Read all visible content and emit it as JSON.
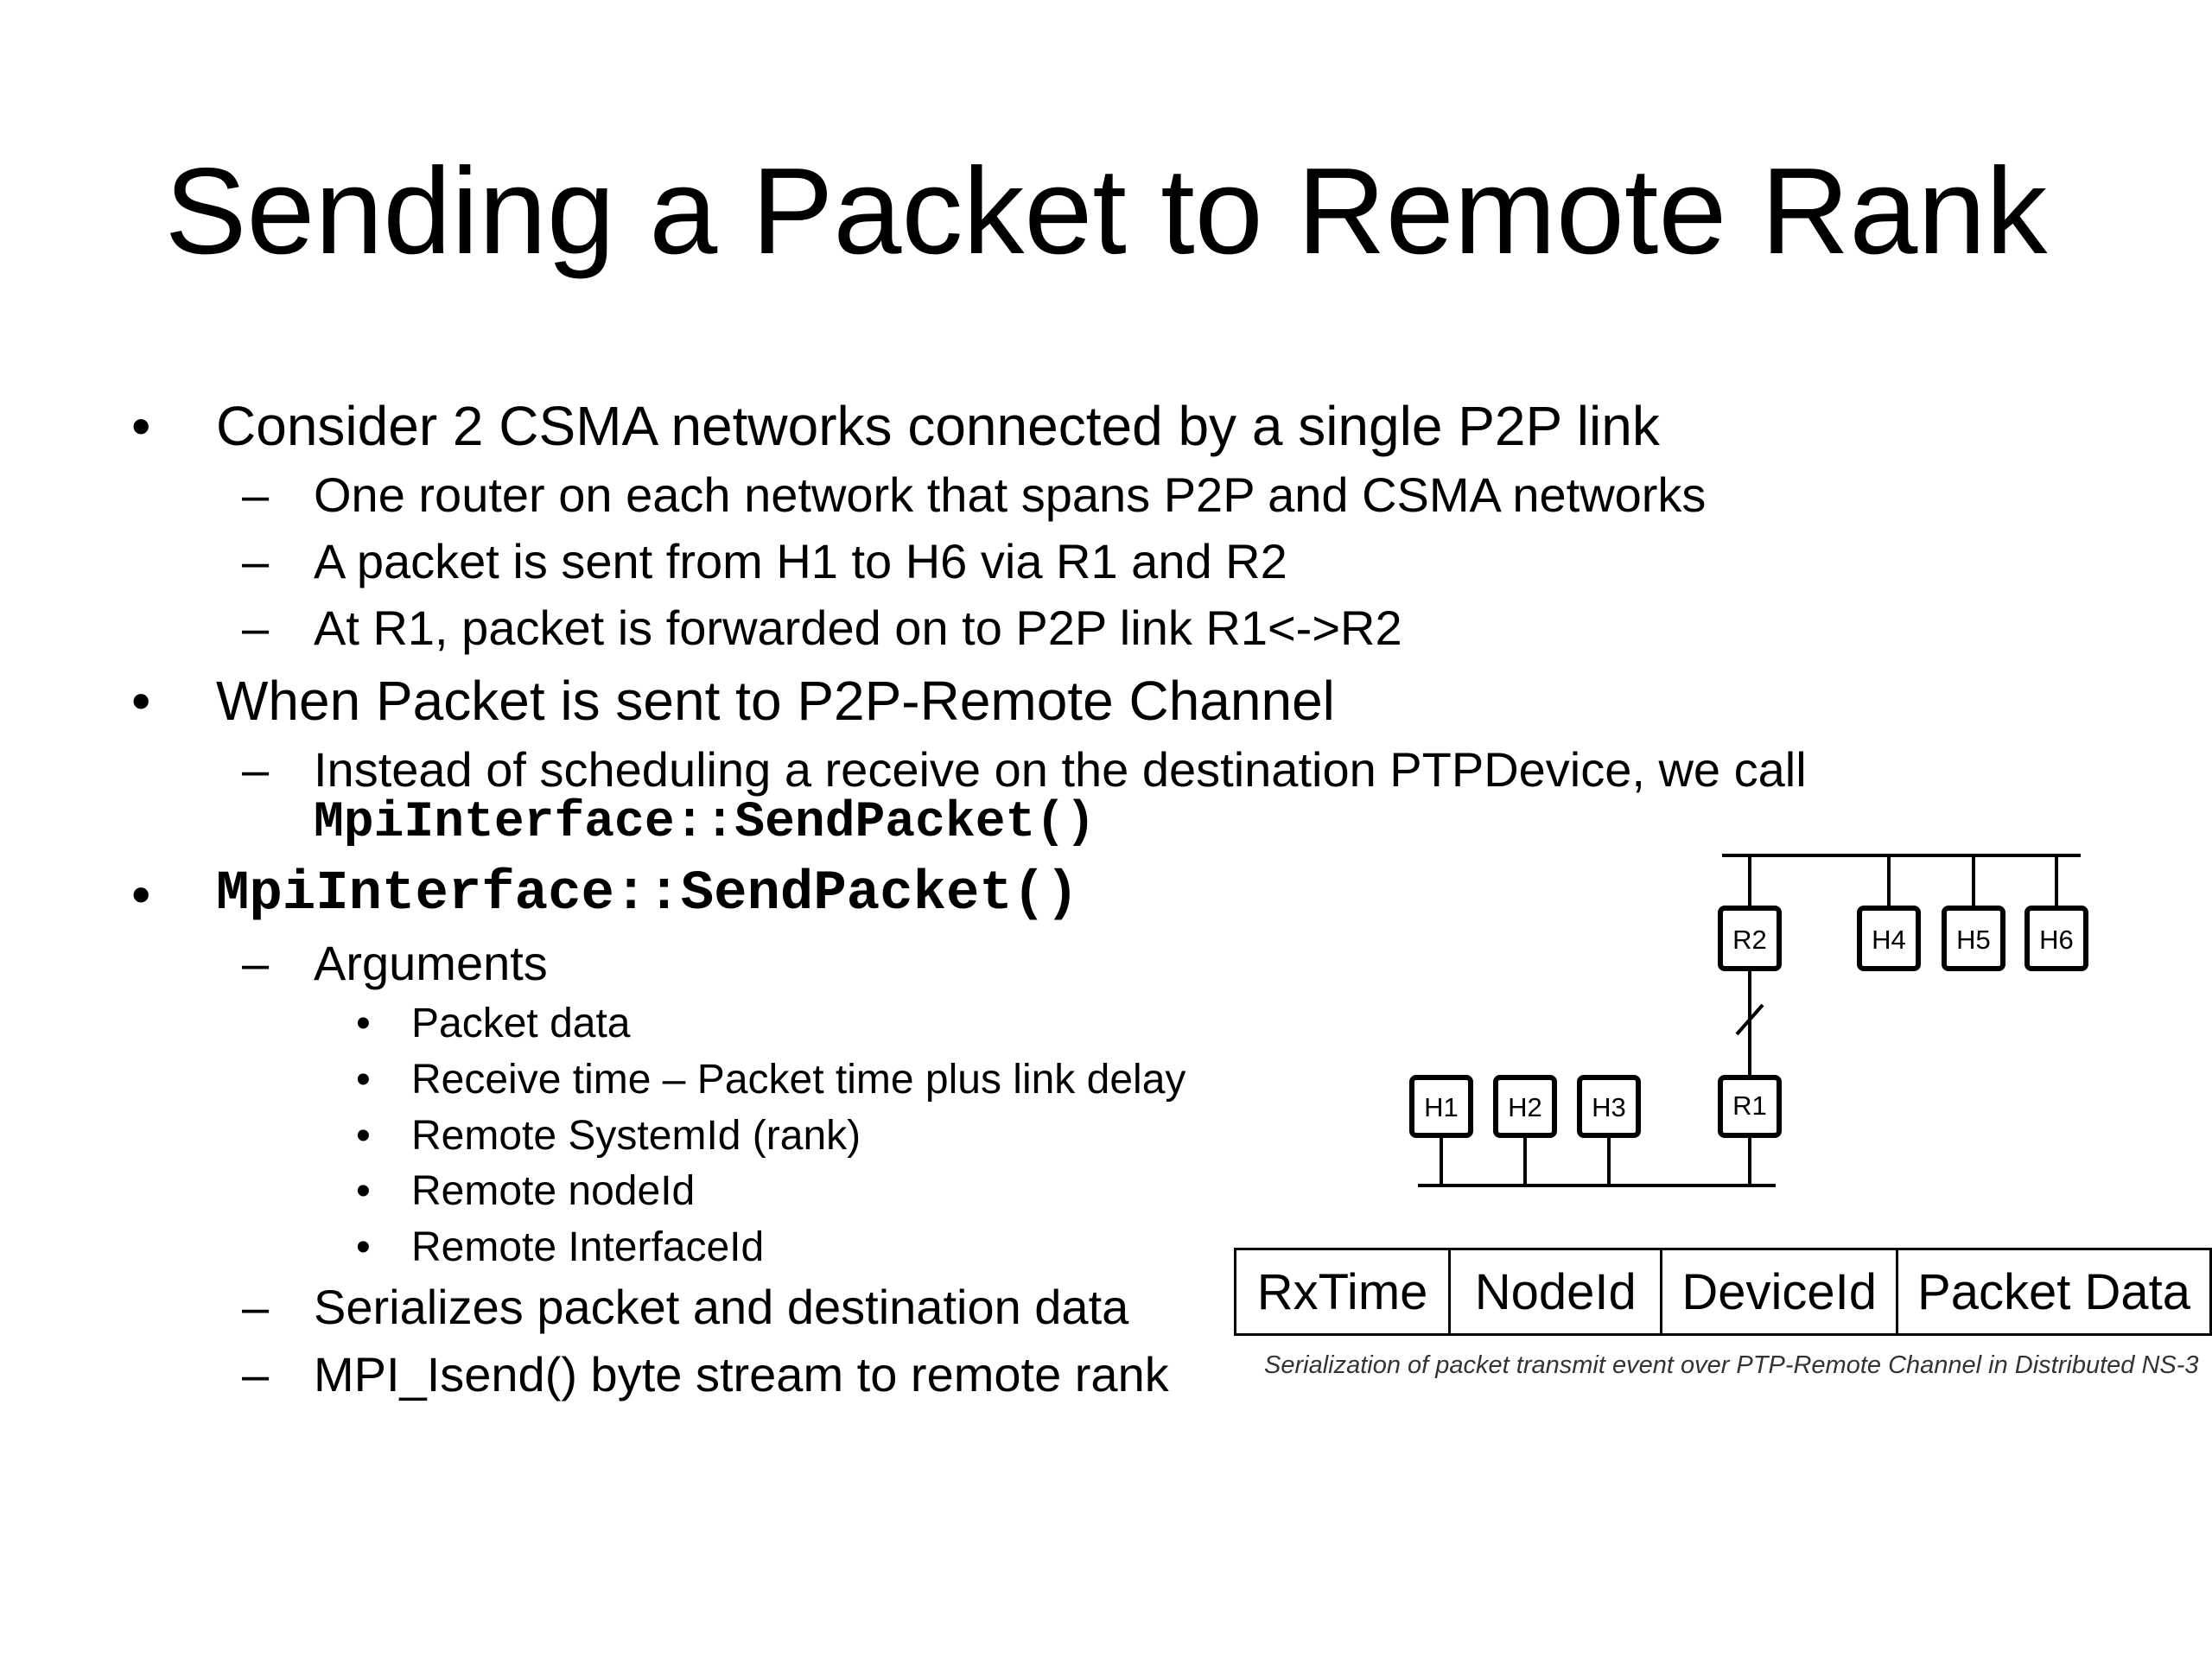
{
  "slide": {
    "title": "Sending a Packet to Remote Rank",
    "bullet_glyph": "•",
    "dash_glyph": "–",
    "bullets": [
      {
        "text": "Consider 2 CSMA networks connected by a single P2P link",
        "subs": [
          "One router on each network that spans P2P and CSMA networks",
          "A packet is sent from H1 to H6 via R1 and R2",
          "At R1, packet is forwarded on to P2P link R1<->R2"
        ]
      },
      {
        "text": "When Packet is sent to P2P-Remote Channel",
        "sub_line1": "Instead of scheduling a receive on the destination PTPDevice, we call",
        "sub_code": "MpiInterface::SendPacket()"
      },
      {
        "code": "MpiInterface::SendPacket()",
        "arguments_label": "Arguments",
        "arguments": [
          "Packet data",
          "Receive time – Packet time plus link delay",
          "Remote SystemId (rank)",
          "Remote nodeId",
          "Remote InterfaceId"
        ],
        "more": [
          "Serializes packet and destination data",
          "MPI_Isend() byte stream to remote rank"
        ]
      }
    ]
  },
  "diagram": {
    "top_nodes": [
      "R2",
      "H4",
      "H5",
      "H6"
    ],
    "bottom_nodes": [
      "H1",
      "H2",
      "H3",
      "R1"
    ]
  },
  "packet_table": {
    "cells": [
      "RxTime",
      "NodeId",
      "DeviceId",
      "Packet Data"
    ],
    "caption": "Serialization of packet transmit event over PTP-Remote Channel in Distributed NS-3"
  }
}
